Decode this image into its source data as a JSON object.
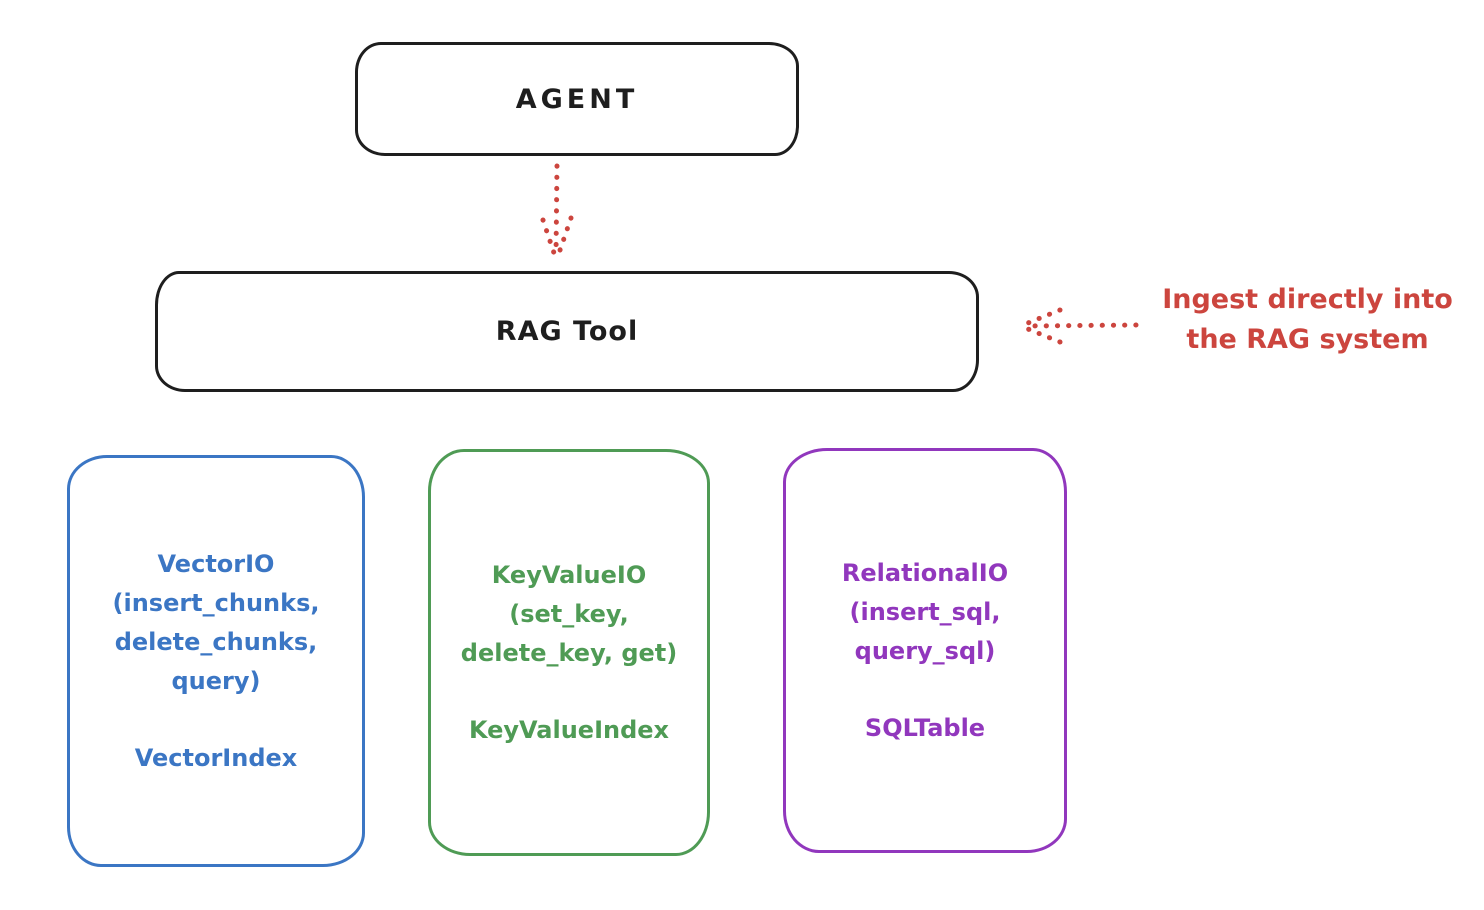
{
  "diagram": {
    "agent": {
      "label": "AGENT"
    },
    "rag_tool": {
      "label": "RAG Tool"
    },
    "annotation": {
      "line1": "Ingest directly into",
      "line2": "the RAG system"
    },
    "backends": [
      {
        "name": "vector-io",
        "color": "#3b76c4",
        "io_lines": [
          "VectorIO",
          "(insert_chunks,",
          "delete_chunks,",
          "query)"
        ],
        "index_label": "VectorIndex"
      },
      {
        "name": "keyvalue-io",
        "color": "#4f9b55",
        "io_lines": [
          "KeyValueIO",
          "(set_key,",
          "delete_key, get)"
        ],
        "index_label": "KeyValueIndex"
      },
      {
        "name": "relational-io",
        "color": "#9137bd",
        "io_lines": [
          "RelationalIO",
          "(insert_sql,",
          "query_sql)"
        ],
        "index_label": "SQLTable"
      }
    ],
    "colors": {
      "red": "#cc453e",
      "blue": "#3b76c4",
      "green": "#4f9b55",
      "purple": "#9137bd",
      "ink": "#1e1e1e"
    }
  }
}
